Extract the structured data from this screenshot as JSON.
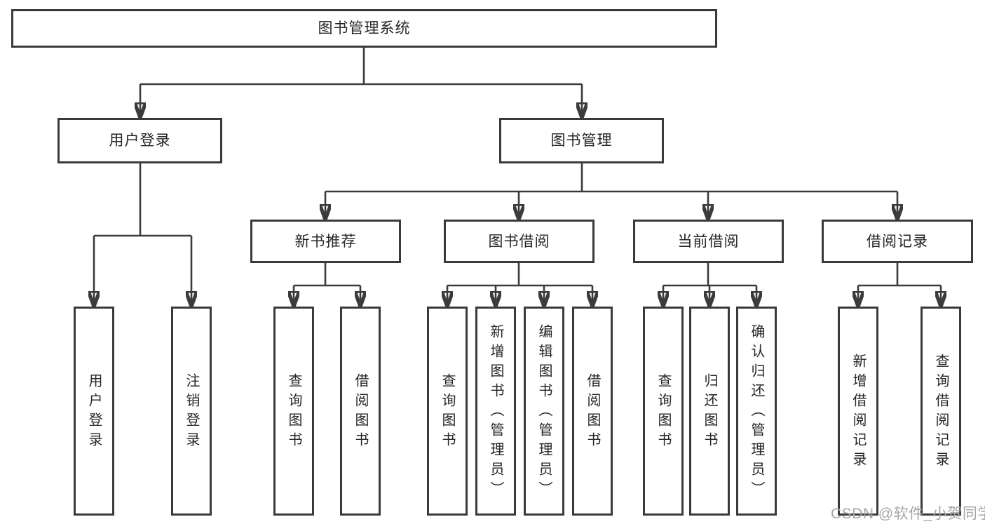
{
  "diagram_title": "图书管理系统",
  "colors": {
    "line": "#3b3b3b",
    "box_border": "#3a3a3a",
    "text": "#262626",
    "watermark": "#a9a5a5",
    "background": "#ffffff"
  },
  "tree": {
    "root": {
      "label": "图书管理系统"
    },
    "branches": [
      {
        "label": "用户登录",
        "children": [
          {
            "label": "用户登录"
          },
          {
            "label": "注销登录"
          }
        ]
      },
      {
        "label": "图书管理",
        "children": [
          {
            "label": "新书推荐",
            "children": [
              {
                "label": "查询图书"
              },
              {
                "label": "借阅图书"
              }
            ]
          },
          {
            "label": "图书借阅",
            "children": [
              {
                "label": "查询图书"
              },
              {
                "label": "新增图书（管理员）"
              },
              {
                "label": "编辑图书（管理员）"
              },
              {
                "label": "借阅图书"
              }
            ]
          },
          {
            "label": "当前借阅",
            "children": [
              {
                "label": "查询图书"
              },
              {
                "label": "归还图书"
              },
              {
                "label": "确认归还（管理员）"
              }
            ]
          },
          {
            "label": "借阅记录",
            "children": [
              {
                "label": "新增借阅记录"
              },
              {
                "label": "查询借阅记录"
              }
            ]
          }
        ]
      }
    ]
  },
  "watermark": {
    "text": "CSDN @软件_小贺同学"
  }
}
